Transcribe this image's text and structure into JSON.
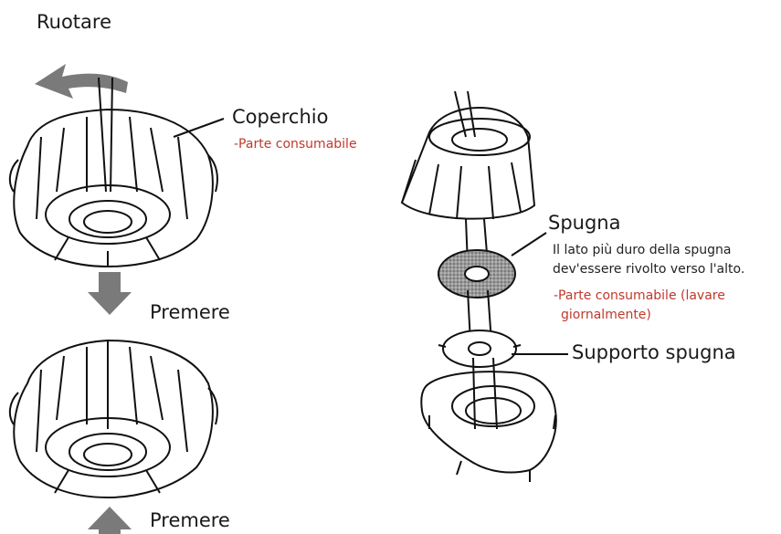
{
  "labels": {
    "rotate": "Ruotare",
    "cover": "Coperchio",
    "cover_note": "-Parte consumabile",
    "press_top": "Premere",
    "press_bottom": "Premere",
    "sponge": "Spugna",
    "sponge_desc_1": "Il lato più duro della spugna",
    "sponge_desc_2": "dev'essere rivolto verso l'alto.",
    "sponge_note_1": "-Parte consumabile (lavare",
    "sponge_note_2": "giornalmente)",
    "sponge_holder": "Supporto spugna"
  },
  "colors": {
    "arrow": "#7a7a7a",
    "note": "#c0392b",
    "line": "#111111"
  }
}
